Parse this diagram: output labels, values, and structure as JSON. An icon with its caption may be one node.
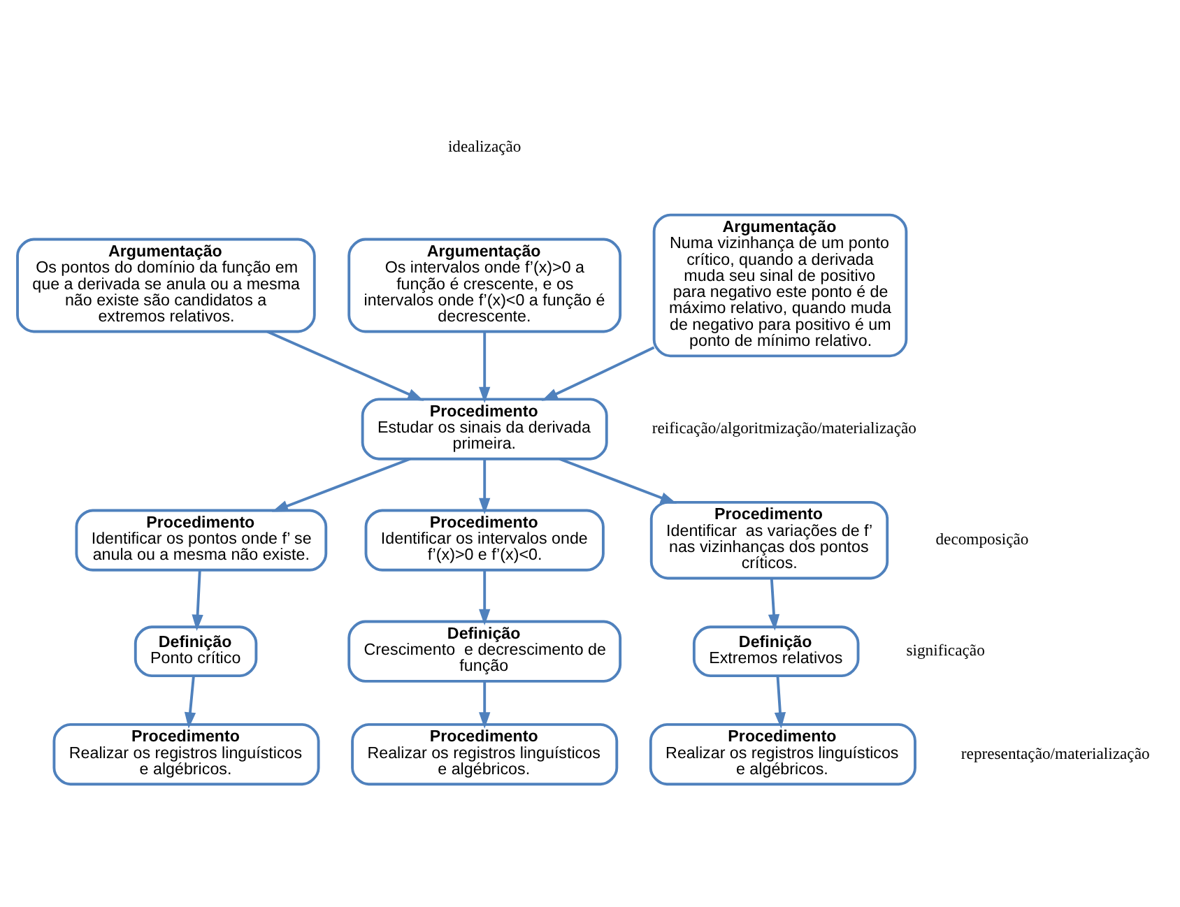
{
  "diagram": {
    "nodes": [
      {
        "text": [
          "Argumentação",
          "Os pontos do domínio da função em que a derivada se anula ou a mesma não existe são candidatos a extremos relativos."
        ]
      },
      {
        "text": [
          "Argumentação",
          "Os intervalos onde f’(x)>0 a função é crescente, e os intervalos onde f’(x)<0 a função é decrescente."
        ]
      },
      {
        "text": [
          "Argumentação",
          "Numa vizinhança de um ponto crítico, quando a derivada muda seu sinal de positivo para negativo este ponto é de máximo relativo, quando muda de negativo para positivo é um ponto de mínimo relativo."
        ]
      },
      {
        "text": [
          "Procedimento",
          "Estudar os sinais da derivada primeira."
        ]
      },
      {
        "text": [
          "Procedimento",
          "Identificar os pontos onde f’ se anula ou a mesma não existe."
        ]
      },
      {
        "text": [
          "Procedimento",
          "Identificar os intervalos onde f’(x)>0 e f’(x)<0."
        ]
      },
      {
        "text": [
          "Procedimento",
          "Identificar  as variações de f’ nas vizinhanças dos pontos críticos."
        ]
      },
      {
        "text": [
          "Definição",
          "Ponto crítico"
        ]
      },
      {
        "text": [
          "Definição",
          "Crescimento  e decrescimento de função"
        ]
      },
      {
        "text": [
          "Definição",
          "Extremos relativos"
        ]
      },
      {
        "text": [
          "Procedimento",
          "Realizar os registros linguísticos e algébricos."
        ]
      },
      {
        "text": [
          "Procedimento",
          "Realizar os registros linguísticos e algébricos."
        ]
      },
      {
        "text": [
          "Procedimento",
          "Realizar os registros linguísticos e algébricos."
        ]
      }
    ],
    "edges": [
      {
        "from": 0,
        "to": 3,
        "arrow": "to"
      },
      {
        "from": 1,
        "to": 3,
        "arrow": "to"
      },
      {
        "from": 2,
        "to": 3,
        "arrow": "to"
      },
      {
        "from": 3,
        "to": 4,
        "arrow": "to"
      },
      {
        "from": 3,
        "to": 5,
        "arrow": "to"
      },
      {
        "from": 3,
        "to": 6,
        "arrow": "to"
      },
      {
        "from": 4,
        "to": 7,
        "arrow": "to"
      },
      {
        "from": 5,
        "to": 8,
        "arrow": "to"
      },
      {
        "from": 6,
        "to": 9,
        "arrow": "to"
      },
      {
        "from": 7,
        "to": 10,
        "arrow": "to"
      },
      {
        "from": 8,
        "to": 11,
        "arrow": "to"
      },
      {
        "from": 9,
        "to": 12,
        "arrow": "to"
      }
    ],
    "labels": [
      "idealização",
      "reificação/algoritmização/materialização",
      "decomposição",
      "significação",
      "representação/materialização"
    ]
  }
}
